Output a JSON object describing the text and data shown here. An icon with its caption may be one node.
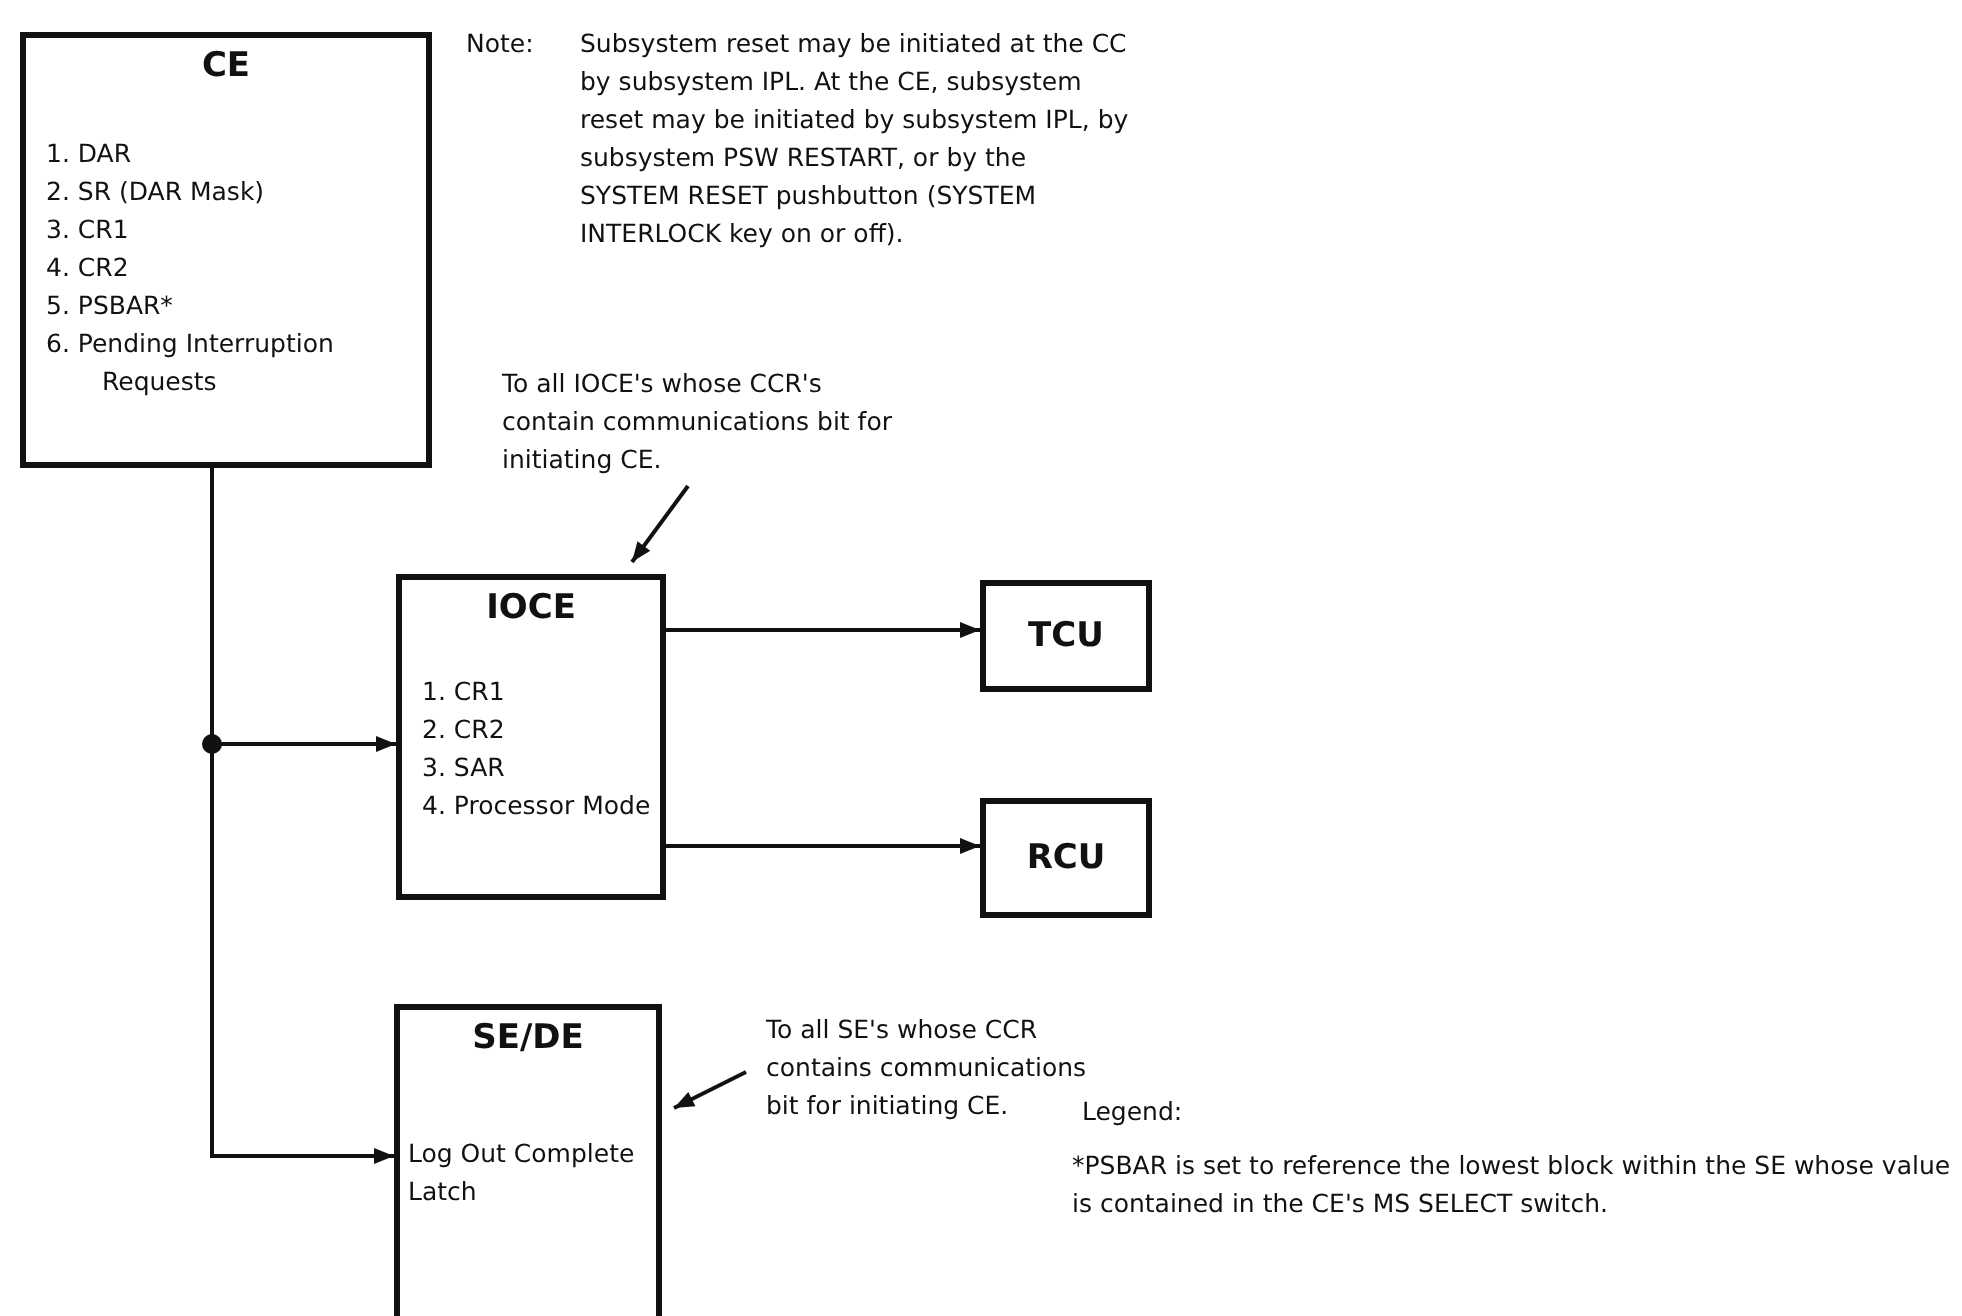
{
  "diagram": {
    "nodes": [
      {
        "text": [
          "CE",
          "1. DAR",
          "2. SR (DAR Mask)",
          "3. CR1",
          "4. CR2",
          "5. PSBAR*",
          "6. Pending Interruption Requests"
        ]
      },
      {
        "text": [
          "IOCE",
          "1. CR1",
          "2. CR2",
          "3. SAR",
          "4. Processor Mode"
        ]
      },
      {
        "text": [
          "TCU"
        ]
      },
      {
        "text": [
          "RCU"
        ]
      },
      {
        "text": [
          "SE/DE",
          "Log Out Complete Latch"
        ]
      },
      {
        "text": [
          "To all IOCE's whose CCR's contain communications bit for initiating CE."
        ]
      },
      {
        "text": [
          "To all SE's whose CCR contains communications bit for initiating CE."
        ]
      }
    ],
    "edges": [
      {
        "from": 0,
        "to": 1,
        "arrow": "to"
      },
      {
        "from": 0,
        "to": 4,
        "arrow": "to"
      },
      {
        "from": 1,
        "to": 2,
        "arrow": "to"
      },
      {
        "from": 1,
        "to": 3,
        "arrow": "to"
      },
      {
        "from": 5,
        "to": 1,
        "arrow": "to"
      },
      {
        "from": 6,
        "to": 4,
        "arrow": "to"
      }
    ],
    "labels": [
      "Note:",
      "Subsystem reset may be initiated at the CC by subsystem IPL. At the CE, subsystem reset may be initiated by subsystem IPL, by subsystem PSW RESTART, or by the SYSTEM RESET pushbutton (SYSTEM INTERLOCK key on or off).",
      "Legend:",
      "*PSBAR is set to reference the lowest block within the SE whose value is contained in the CE's MS SELECT switch."
    ]
  }
}
